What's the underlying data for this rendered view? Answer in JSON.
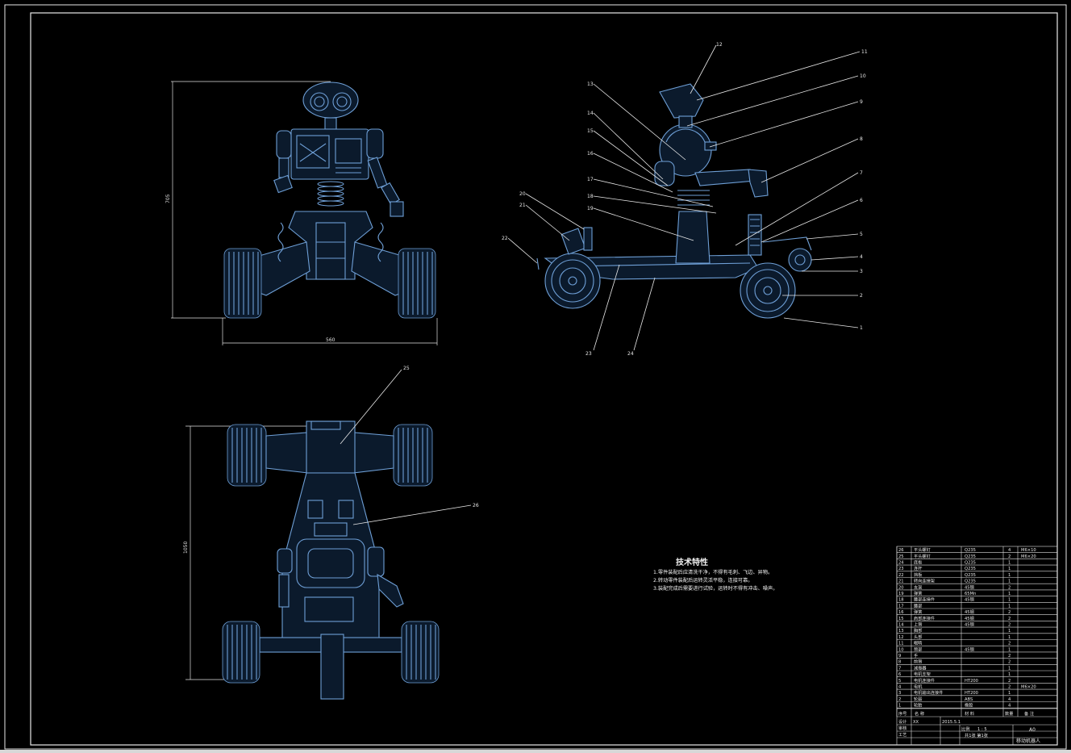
{
  "drawing": {
    "front_view": {
      "height_dim": "705",
      "width_dim": "560"
    },
    "bottom_view": {
      "height_dim": "1050"
    },
    "side_view_balloons": [
      "1",
      "2",
      "3",
      "4",
      "5",
      "6",
      "7",
      "8",
      "9",
      "10",
      "11",
      "12",
      "13",
      "14",
      "15",
      "16",
      "17",
      "18",
      "19",
      "20",
      "21",
      "22",
      "23",
      "24"
    ],
    "bottom_view_balloons": [
      "25",
      "26"
    ]
  },
  "technical_notes": {
    "title": "技术特性",
    "lines": [
      "1.零件装配后应清洗干净，不得有毛刺、飞边、异物。",
      "2.转动零件装配后运转灵活平稳，连接可靠。",
      "3.装配完成后需要进行试验，运转时不得有冲击、噪声。"
    ]
  },
  "title_block": {
    "bom_rows": [
      {
        "no": "26",
        "name": "平头螺钉",
        "material": "Q235",
        "qty": "4",
        "note": "M6×10"
      },
      {
        "no": "25",
        "name": "平头螺钉",
        "material": "Q235",
        "qty": "2",
        "note": "M6×20"
      },
      {
        "no": "24",
        "name": "底板",
        "material": "Q235",
        "qty": "1",
        "note": ""
      },
      {
        "no": "23",
        "name": "连杆",
        "material": "Q235",
        "qty": "1",
        "note": ""
      },
      {
        "no": "22",
        "name": "挡板",
        "material": "Q235",
        "qty": "1",
        "note": ""
      },
      {
        "no": "21",
        "name": "转向连接架",
        "material": "Q235",
        "qty": "1",
        "note": ""
      },
      {
        "no": "20",
        "name": "支架",
        "material": "45钢",
        "qty": "2",
        "note": ""
      },
      {
        "no": "19",
        "name": "弹簧",
        "material": "65Mn",
        "qty": "1",
        "note": ""
      },
      {
        "no": "18",
        "name": "腰部连接件",
        "material": "45钢",
        "qty": "1",
        "note": ""
      },
      {
        "no": "17",
        "name": "腰部",
        "material": "",
        "qty": "1",
        "note": ""
      },
      {
        "no": "16",
        "name": "弹簧",
        "material": "45钢",
        "qty": "2",
        "note": ""
      },
      {
        "no": "15",
        "name": "肩部连接件",
        "material": "45钢",
        "qty": "2",
        "note": ""
      },
      {
        "no": "14",
        "name": "上臂",
        "material": "45钢",
        "qty": "2",
        "note": ""
      },
      {
        "no": "13",
        "name": "胸部",
        "material": "",
        "qty": "1",
        "note": ""
      },
      {
        "no": "12",
        "name": "头部",
        "material": "",
        "qty": "1",
        "note": ""
      },
      {
        "no": "11",
        "name": "眼睛",
        "material": "",
        "qty": "2",
        "note": ""
      },
      {
        "no": "10",
        "name": "颈部",
        "material": "45钢",
        "qty": "1",
        "note": ""
      },
      {
        "no": "9",
        "name": "手",
        "material": "",
        "qty": "2",
        "note": ""
      },
      {
        "no": "8",
        "name": "前臂",
        "material": "",
        "qty": "2",
        "note": ""
      },
      {
        "no": "7",
        "name": "减振器",
        "material": "",
        "qty": "1",
        "note": ""
      },
      {
        "no": "6",
        "name": "电机支架",
        "material": "",
        "qty": "1",
        "note": ""
      },
      {
        "no": "5",
        "name": "电机连接件",
        "material": "HT200",
        "qty": "2",
        "note": ""
      },
      {
        "no": "4",
        "name": "电机",
        "material": "",
        "qty": "2",
        "note": "M6×20"
      },
      {
        "no": "3",
        "name": "电机输出连接件",
        "material": "HT200",
        "qty": "1",
        "note": ""
      },
      {
        "no": "2",
        "name": "轮毂",
        "material": "ABS",
        "qty": "4",
        "note": ""
      },
      {
        "no": "1",
        "name": "轮胎",
        "material": "橡胶",
        "qty": "4",
        "note": ""
      }
    ],
    "header": {
      "no": "序号",
      "name": "名 称",
      "material": "材 料",
      "qty": "数量",
      "note": "备 注"
    },
    "designer_label": "设计",
    "designer_value": "XX",
    "check_label": "审核",
    "process_label": "工艺",
    "date_value": "2015.5.1",
    "scale_label": "比例",
    "scale_value": "1 : 5",
    "sheet_label": "共1张 第1张",
    "paper_size": "A0",
    "drawing_name": "移动机器人"
  },
  "colors": {
    "part": "#6e9fd6",
    "line": "#e8e8e8",
    "background": "#000000"
  }
}
